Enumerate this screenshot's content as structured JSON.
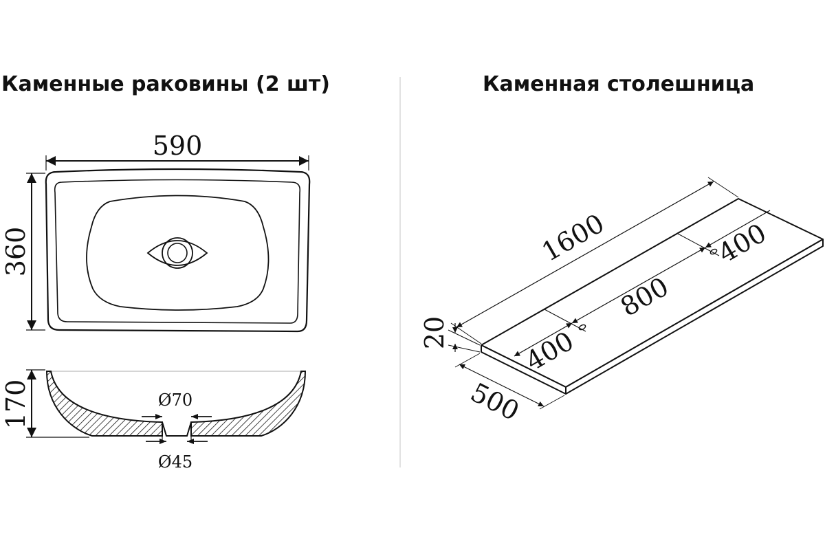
{
  "headings": {
    "sinks": "Каменные раковины (2 шт)",
    "countertop": "Каменная столешница"
  },
  "sink": {
    "width": "590",
    "depth": "360",
    "height": "170",
    "drain_outer": "Ø70",
    "drain_inner": "Ø45"
  },
  "countertop": {
    "length": "1600",
    "width": "500",
    "thickness": "20",
    "hole_offset_left": "400",
    "hole_spacing": "800",
    "hole_offset_right": "400"
  },
  "colors": {
    "line": "#111111",
    "divider": "#e2e2e2",
    "background": "#ffffff"
  }
}
